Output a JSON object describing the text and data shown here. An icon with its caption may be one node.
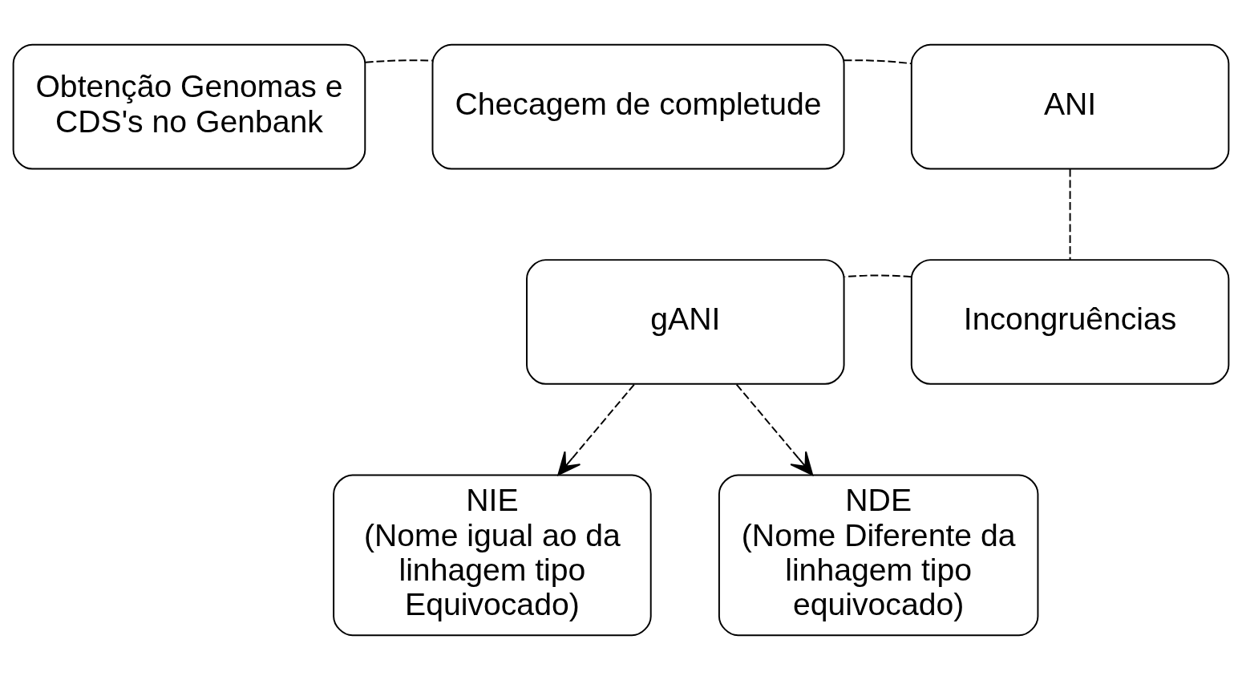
{
  "diagram": {
    "nodes": [
      {
        "text": [
          "Obtenção Genomas e CDS's no Genbank"
        ]
      },
      {
        "text": [
          "Checagem de completude"
        ]
      },
      {
        "text": [
          "ANI"
        ]
      },
      {
        "text": [
          "gANI"
        ]
      },
      {
        "text": [
          "Incongruências"
        ]
      },
      {
        "text": [
          "NIE",
          "(Nome igual ao da linhagem tipo Equivocado)"
        ]
      },
      {
        "text": [
          "NDE",
          "(Nome Diferente da linhagem tipo equivocado)"
        ]
      }
    ],
    "edges": [
      {
        "from": 0,
        "to": 1,
        "arrow": "none",
        "style": "dashed"
      },
      {
        "from": 1,
        "to": 2,
        "arrow": "none",
        "style": "dashed"
      },
      {
        "from": 2,
        "to": 4,
        "arrow": "none",
        "style": "dashed"
      },
      {
        "from": 4,
        "to": 3,
        "arrow": "none",
        "style": "dashed"
      },
      {
        "from": 3,
        "to": 5,
        "arrow": "to",
        "style": "dashed"
      },
      {
        "from": 3,
        "to": 6,
        "arrow": "to",
        "style": "dashed"
      }
    ]
  }
}
